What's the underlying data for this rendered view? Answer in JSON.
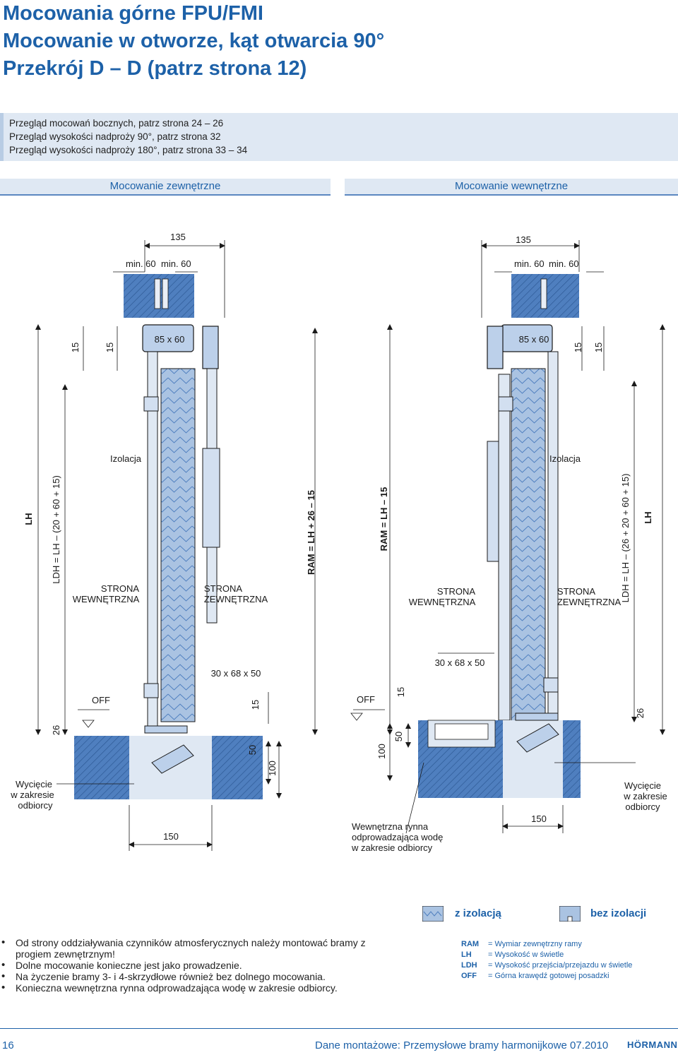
{
  "page": {
    "title_lines": [
      "Mocowania górne FPU/FMI",
      "Mocowanie w otworze, kąt otwarcia 90°",
      "Przekrój D – D (patrz strona 12)"
    ],
    "info_lines": [
      "Przegląd mocowań bocznych, patrz strona 24 – 26",
      "Przegląd wysokości nadproży 90°, patrz strona 32",
      "Przegląd wysokości nadproży 180°, patrz strona 33 – 34"
    ]
  },
  "tabs": {
    "left": "Mocowanie zewnętrzne",
    "right": "Mocowanie wewnętrzne"
  },
  "left_diagram": {
    "dim_135": "135",
    "min_a": "min. 60",
    "min_b": "min. 60",
    "dim_15a": "15",
    "dim_15b": "15",
    "profile": "85 x 60",
    "izolacja": "Izolacja",
    "lh": "LH",
    "ldh": "LDH = LH – (20 + 60 + 15)",
    "ram": "RAM = LH + 26 – 15",
    "strona_w1": "STRONA",
    "strona_w2": "WEWNĘTRZNA",
    "strona_z1": "STRONA",
    "strona_z2": "ZEWNĘTRZNA",
    "rail": "30 x 68 x 50",
    "off": "OFF",
    "dim_15c": "15",
    "dim_26": "26",
    "dim_50": "50",
    "dim_100": "100",
    "dim_150": "150",
    "wyc1": "Wycięcie",
    "wyc2": "w zakresie",
    "wyc3": "odbiorcy"
  },
  "right_diagram": {
    "dim_135": "135",
    "min_a": "min. 60",
    "min_b": "min. 60",
    "dim_15a": "15",
    "dim_15b": "15",
    "profile": "85 x 60",
    "izolacja": "Izolacja",
    "lh": "LH",
    "ldh": "LDH = LH – (26 + 20 + 60 + 15)",
    "ram": "RAM = LH – 15",
    "strona_w1": "STRONA",
    "strona_w2": "WEWNĘTRZNA",
    "strona_z1": "STRONA",
    "strona_z2": "ZEWNĘTRZNA",
    "rail": "30 x 68 x 50",
    "off": "OFF",
    "dim_15c": "15",
    "dim_26": "26",
    "dim_50": "50",
    "dim_100": "100",
    "dim_150": "150",
    "gutter1": "Wewnętrzna rynna",
    "gutter2": "odprowadzająca wodę",
    "gutter3": "w zakresie odbiorcy",
    "wyc1": "Wycięcie",
    "wyc2": "w zakresie",
    "wyc3": "odbiorcy"
  },
  "legend": {
    "with": "z izolacją",
    "without": "bez izolacji"
  },
  "notes": [
    "Od strony oddziaływania czynników atmosferycznych należy montować bramy z progiem zewnętrznym!",
    "Dolne mocowanie konieczne jest jako prowadzenie.",
    "Na życzenie bramy 3- i 4-skrzydłowe również bez dolnego mocowania.",
    "Konieczna wewnętrzna rynna odprowadzająca wodę w zakresie odbiorcy."
  ],
  "abbreviations": [
    {
      "key": "RAM",
      "value": "= Wymiar zewnętrzny ramy"
    },
    {
      "key": "LH",
      "value": "= Wysokość w świetle"
    },
    {
      "key": "LDH",
      "value": "= Wysokość przejścia/przejazdu w świetle"
    },
    {
      "key": "OFF",
      "value": "= Górna krawędź gotowej posadzki"
    }
  ],
  "footer": {
    "page": "16",
    "doc": "Dane montażowe: Przemysłowe bramy harmonijkowe 07.2010",
    "logo": "HÖRMANN"
  },
  "colors": {
    "brand_blue": "#1d61a8",
    "info_bg": "#dfe8f3",
    "wall_blue": "#4f7fbf",
    "panel_blue": "#aac3e2"
  }
}
